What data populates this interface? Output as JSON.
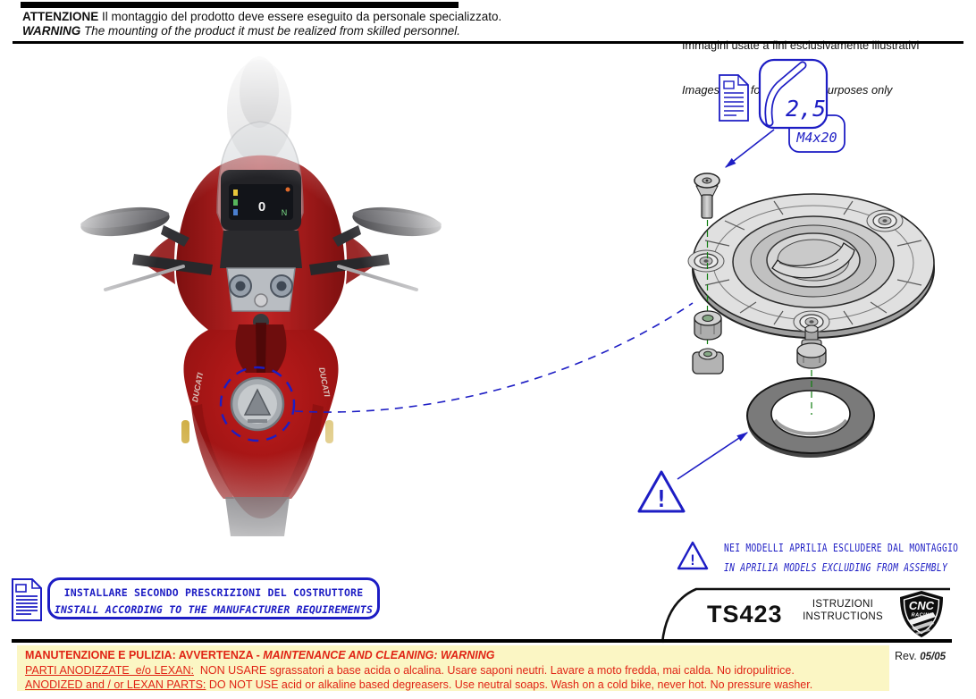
{
  "header": {
    "warning_it_bold": "ATTENZIONE",
    "warning_it_rest": " Il montaggio del prodotto deve essere eseguito da personale specializzato.",
    "warning_en_bold": "WARNING",
    "warning_en_rest": " The mounting of the product it must be realized from skilled personnel.",
    "images_note_it": "Immagini usate a fini esclusivamente illustrativi",
    "images_note_en": "Images used for illustrative purposes only"
  },
  "bike": {
    "decal": "DUCATI",
    "dash_speed": "0",
    "dash_gear": "N"
  },
  "diagram": {
    "allen_key_size": "2,5",
    "screw_spec": "M4x20",
    "exclamation": "!",
    "aprilia_note_it": "NEI MODELLI APRILIA ESCLUDERE DAL MONTAGGIO",
    "aprilia_note_en": "IN APRILIA MODELS EXCLUDING FROM ASSEMBLY"
  },
  "install_box": {
    "line_it": "INSTALLARE SECONDO PRESCRIZIONI DEL COSTRUTTORE",
    "line_en": "INSTALL ACCORDING TO THE MANUFACTURER REQUIREMENTS"
  },
  "footer": {
    "product_code": "TS423",
    "doc_type_it": "ISTRUZIONI",
    "doc_type_en": "INSTRUCTIONS",
    "brand_line1": "CNC",
    "brand_line2": "RACING",
    "revision_label": "Rev. ",
    "revision_value": "05/05"
  },
  "maintenance": {
    "title_it": "MANUTENZIONE E PULIZIA: AVVERTENZA - ",
    "title_en": "MAINTENANCE AND CLEANING: WARNING",
    "line2_lead": "PARTI ANODIZZATE  e/o LEXAN:",
    "line2_rest": "  NON USARE sgrassatori a base acida o alcalina. Usare saponi neutri. Lavare a moto fredda, mai calda. No idropulitrice.",
    "line3_lead": "ANODIZED and / or LEXAN PARTS:",
    "line3_rest": " DO NOT USE acid or alkaline based degreasers. Use neutral soaps. Wash on a cold bike, never hot. No pressure washer."
  },
  "colors": {
    "annotation_blue": "#1d1dc4",
    "centerline_green": "#0e7d0e",
    "warning_red": "#e02415",
    "note_bg_yellow": "#fbf6c4",
    "bike_red": "#a81414"
  }
}
